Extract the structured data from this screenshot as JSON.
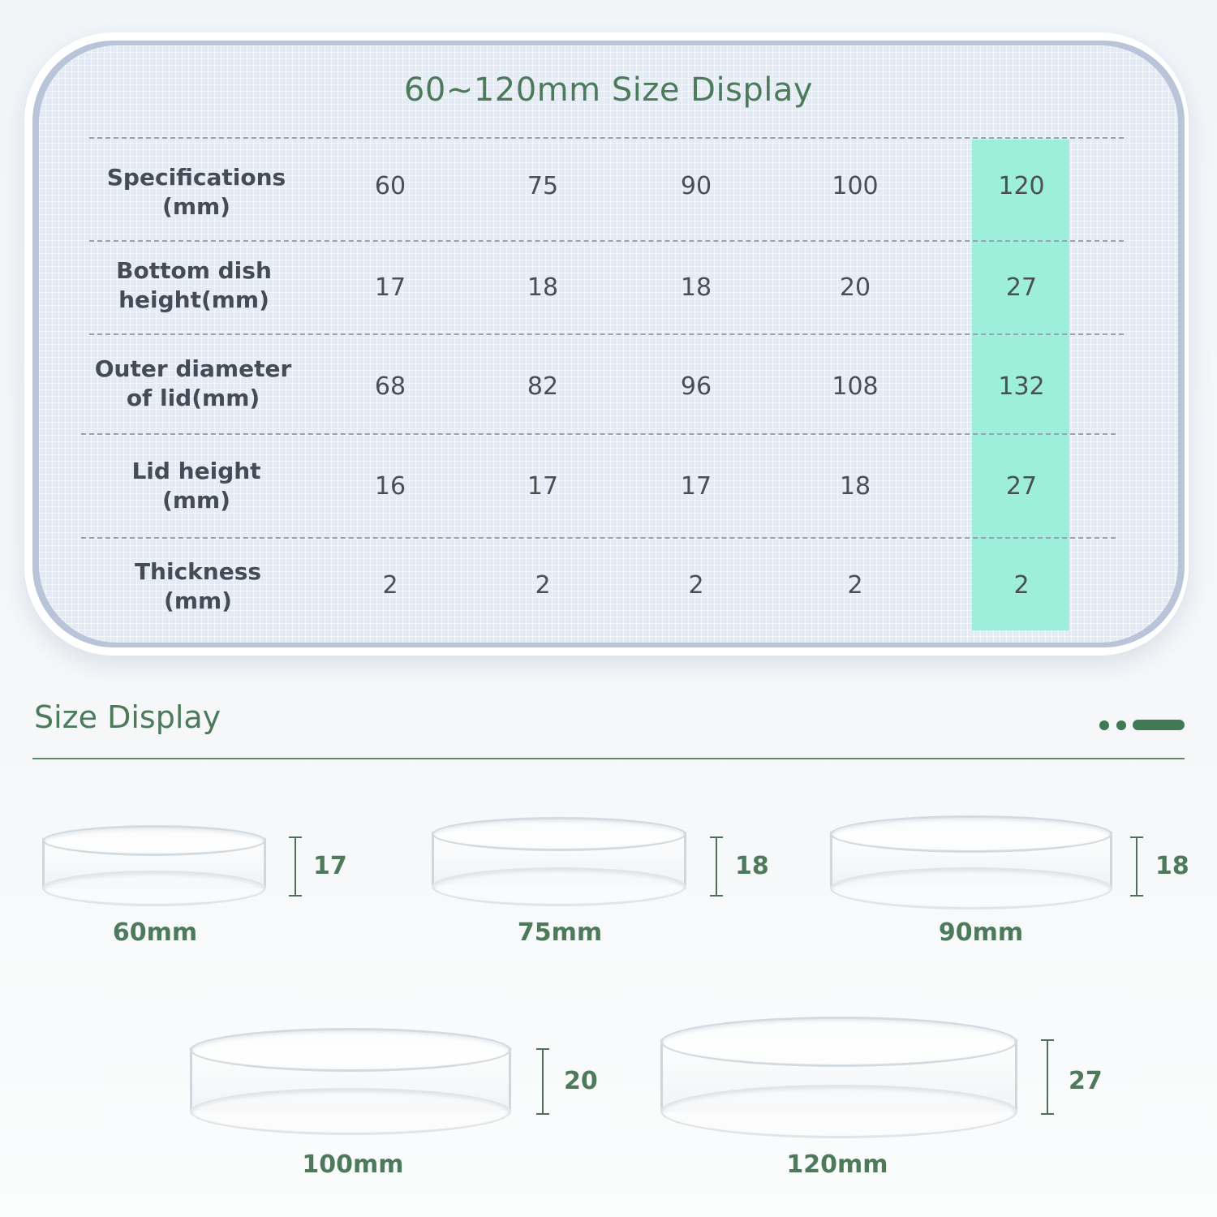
{
  "table": {
    "title": "60~120mm Size Display",
    "rows": [
      {
        "label_line1": "Specifications",
        "label_line2": "(mm)",
        "values": [
          "60",
          "75",
          "90",
          "100",
          "120"
        ]
      },
      {
        "label_line1": "Bottom dish",
        "label_line2": "height(mm)",
        "values": [
          "17",
          "18",
          "18",
          "20",
          "27"
        ]
      },
      {
        "label_line1": "Outer diameter",
        "label_line2": "of lid(mm)",
        "values": [
          "68",
          "82",
          "96",
          "108",
          "132"
        ]
      },
      {
        "label_line1": "Lid height",
        "label_line2": "(mm)",
        "values": [
          "16",
          "17",
          "17",
          "18",
          "27"
        ]
      },
      {
        "label_line1": "Thickness",
        "label_line2": "(mm)",
        "values": [
          "2",
          "2",
          "2",
          "2",
          "2"
        ]
      }
    ],
    "highlight_color": "#9deedb"
  },
  "size_display": {
    "title": "Size Display",
    "accent_color": "#4c7a5b",
    "dishes": [
      {
        "label": "60mm",
        "height": "17"
      },
      {
        "label": "75mm",
        "height": "18"
      },
      {
        "label": "90mm",
        "height": "18"
      },
      {
        "label": "100mm",
        "height": "20"
      },
      {
        "label": "120mm",
        "height": "27"
      }
    ]
  }
}
